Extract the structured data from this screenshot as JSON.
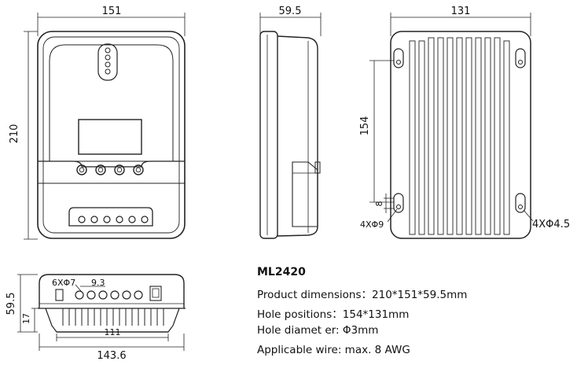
{
  "front_view": {
    "width_label": "151",
    "height_label": "210"
  },
  "side_view": {
    "depth_label": "59.5"
  },
  "back_view": {
    "width_label": "131",
    "hole_spacing_label": "154",
    "small_dim_label": "8",
    "hole_note_left": "4XΦ9",
    "hole_note_right": "4XΦ4.5"
  },
  "bottom_view": {
    "height_label": "59.5",
    "terminal_note": "6XΦ7",
    "terminal_pitch": "9.3",
    "fin_height_label": "17",
    "fin_span_label": "111",
    "total_width_label": "143.6"
  },
  "specs": {
    "model": "ML2420",
    "rows": [
      "Product dimensions：210*151*59.5mm",
      "Hole positions：154*131mm",
      "Hole diamet er:  Φ3mm",
      "Applicable wire:  max. 8 AWG"
    ]
  }
}
